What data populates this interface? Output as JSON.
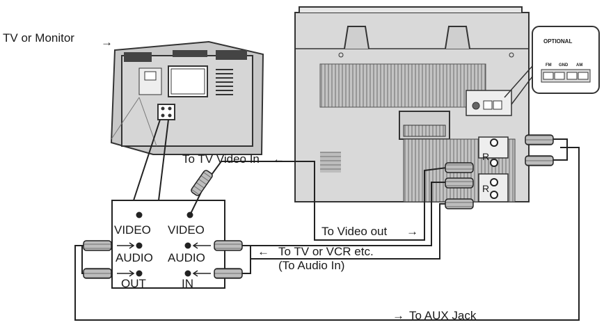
{
  "labels": {
    "tv_or_monitor": "TV or Monitor",
    "to_tv_video_in": "To TV Video In",
    "to_video_out": "To Video out",
    "to_tv_or_vcr": "To TV or VCR etc.",
    "to_audio_in": "(To Audio In)",
    "to_aux_jack": "To AUX Jack",
    "optional": "OPTIONAL"
  },
  "vcr_box": {
    "video_out": "VIDEO",
    "video_in": "VIDEO",
    "audio_out": "AUDIO",
    "audio_in": "AUDIO",
    "out": "OUT",
    "in": "IN"
  },
  "unit": {
    "r_upper": "R",
    "r_lower": "R"
  },
  "optional_box": {
    "terminals": [
      "FM",
      "GND",
      "AM"
    ]
  },
  "icons": {
    "arrow_right": "→",
    "arrow_left": "←"
  }
}
